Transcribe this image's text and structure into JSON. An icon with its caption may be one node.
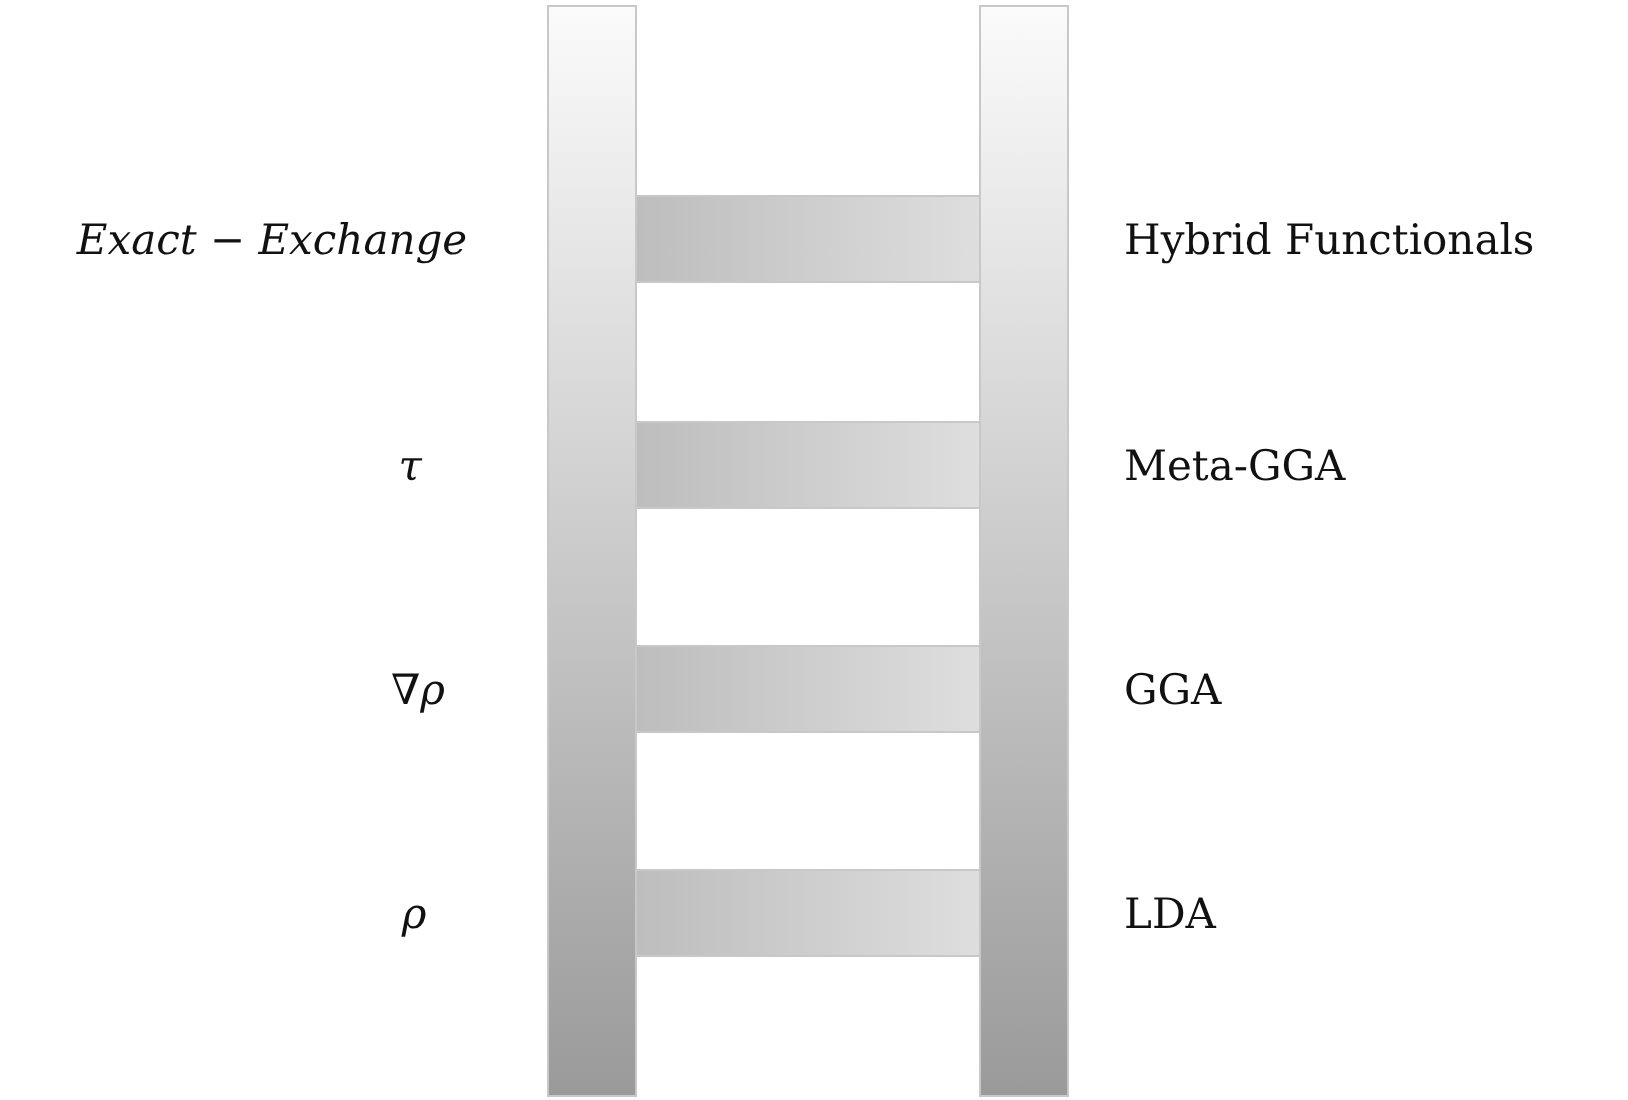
{
  "diagram": {
    "labels": [
      "Exact − Exchange",
      "Hybrid Functionals",
      "τ",
      "Meta-GGA",
      "∇ρ",
      "GGA",
      "ρ",
      "LDA"
    ]
  }
}
